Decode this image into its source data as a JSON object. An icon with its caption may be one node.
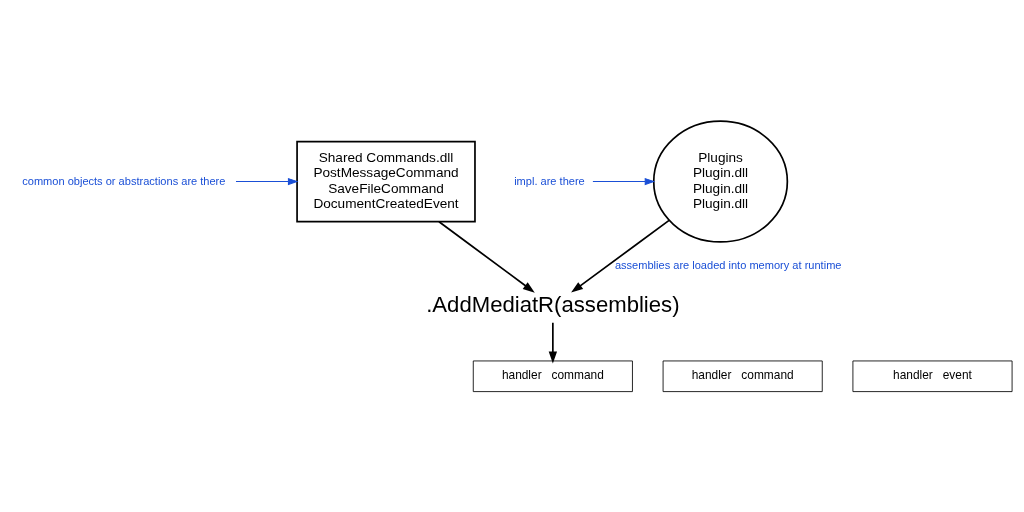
{
  "diagram": {
    "nodes": [
      {
        "text": [
          "Plugins",
          "Plugin.dll",
          "Plugin.dll",
          "Plugin.dll"
        ]
      },
      {
        "text": [
          "Shared Commands.dll",
          "PostMessageCommand",
          "SaveFileCommand",
          "DocumentCreatedEvent"
        ]
      },
      {
        "text": [
          ".AddMediatR(assemblies)"
        ]
      },
      {
        "text": [
          "handler",
          "command"
        ]
      },
      {
        "text": [
          "handler",
          "command"
        ]
      },
      {
        "text": [
          "handler",
          "event"
        ]
      },
      {
        "text": [
          "impl. are there"
        ]
      },
      {
        "text": [
          "common objects or abstractions are there"
        ]
      }
    ],
    "edges": [
      {
        "from": 0,
        "to": 2,
        "arrow": "to",
        "label": "assemblies are loaded into memory at runtime"
      },
      {
        "from": 1,
        "to": 2,
        "arrow": "to"
      },
      {
        "from": 2,
        "to": 3,
        "arrow": "to"
      },
      {
        "from": 6,
        "to": 0,
        "arrow": "to",
        "color": "#1a4fd6"
      },
      {
        "from": 7,
        "to": 1,
        "arrow": "to",
        "color": "#1a4fd6"
      }
    ]
  }
}
